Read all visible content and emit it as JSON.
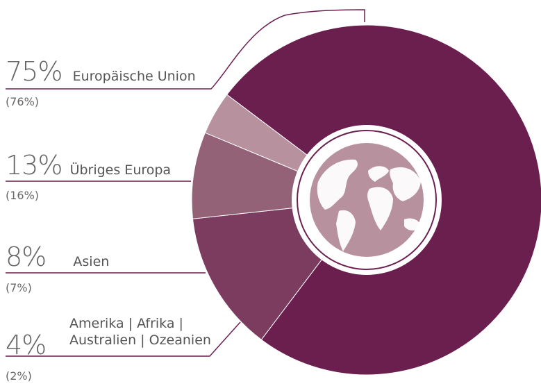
{
  "chart_data": {
    "type": "pie",
    "style": "donut",
    "slices": [
      {
        "label": "Europäische Union",
        "value": 75,
        "value_text": "75%",
        "previous_text": "(76%)",
        "color": "#6b1f4f"
      },
      {
        "label": "Übriges Europa",
        "value": 13,
        "value_text": "13%",
        "previous_text": "(16%)",
        "color": "#7b3c5f"
      },
      {
        "label": "Asien",
        "value": 8,
        "value_text": "8%",
        "previous_text": "(7%)",
        "color": "#946276"
      },
      {
        "label": "Amerika | Afrika | Australien | Ozeanien",
        "label_lines": [
          "Amerika | Afrika |",
          "Australien | Ozeanien"
        ],
        "value": 4,
        "value_text": "4%",
        "previous_text": "(2%)",
        "color": "#b8919e"
      }
    ],
    "center_icon": "globe-icon",
    "line_color": "#6b1f4f"
  }
}
